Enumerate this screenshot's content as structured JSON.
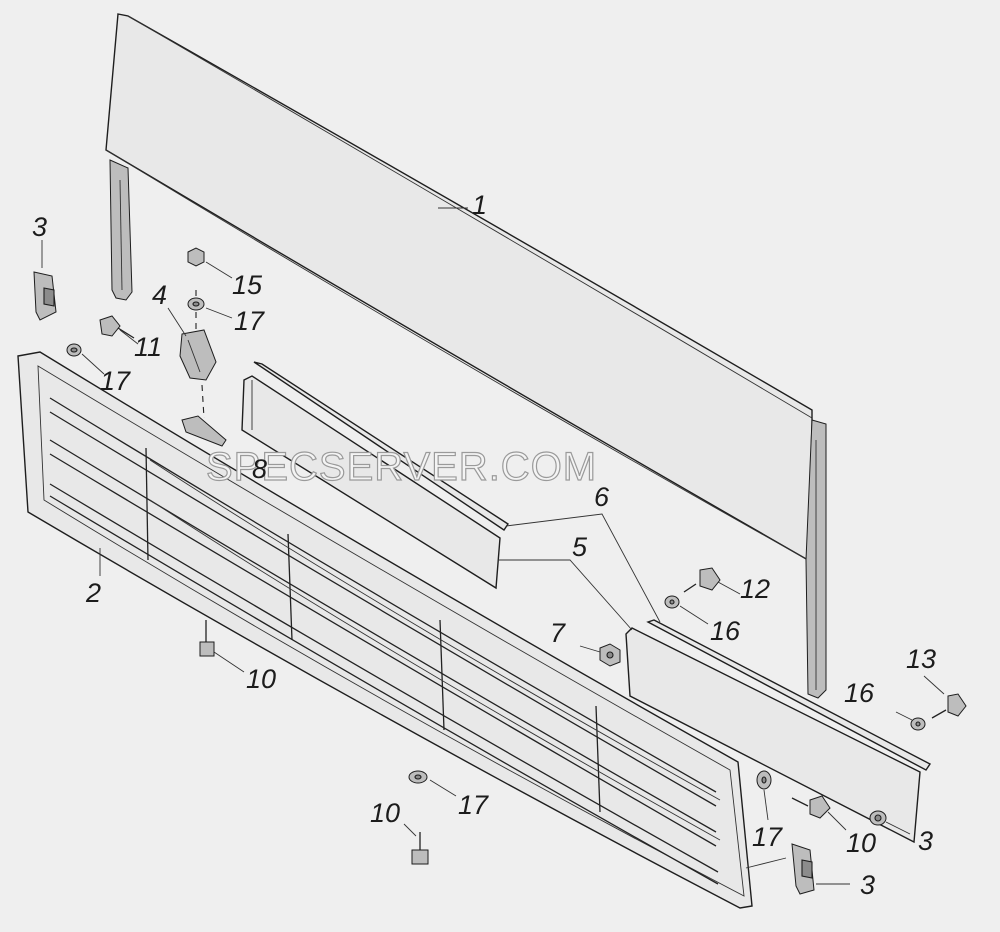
{
  "diagram": {
    "watermark": "SPECSERVER.COM",
    "callouts": [
      "1",
      "2",
      "3",
      "4",
      "5",
      "6",
      "7",
      "8",
      "10",
      "11",
      "12",
      "13",
      "15",
      "16",
      "17"
    ]
  }
}
